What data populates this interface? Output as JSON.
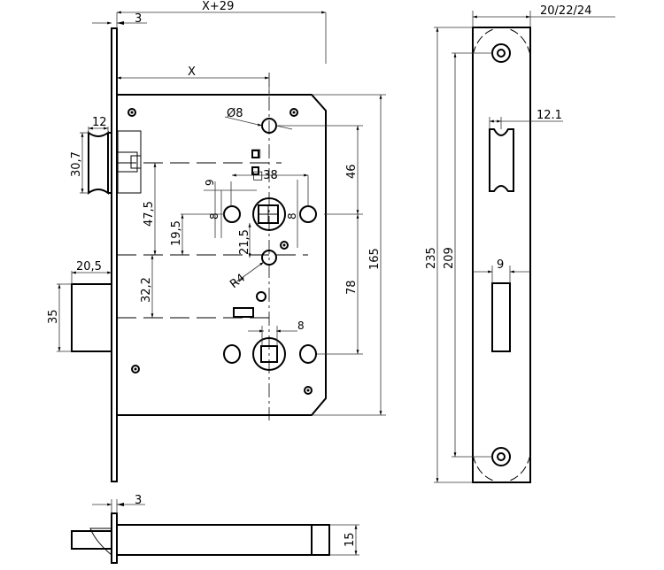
{
  "drawing": {
    "title": "Mortise lock technical drawing",
    "line_color": "#000000",
    "background": "#ffffff"
  },
  "front_view": {
    "dimensions": {
      "top_overall": "X+29",
      "faceplate_thickness": "3",
      "backset": "X",
      "hole_diameter": "Ø8",
      "spindle_square": "□",
      "spindle_spacing": "□38",
      "latch_width": "12",
      "latch_height": "30,7",
      "latch_to_follower": "47,5",
      "cylinder_offset": "19,5",
      "fixing_offset": "21,5",
      "fixing_radius": "R4",
      "hole_spacing_a": "8",
      "hole_spacing_b": "9",
      "hole_spacing_c": "8",
      "follower_to_top_hole": "46",
      "case_height": "165",
      "follower_to_cylinder": "78",
      "deadbolt_projection": "20,5",
      "deadbolt_height": "35",
      "latch_to_deadbolt": "32,2",
      "lower_square": "8"
    }
  },
  "faceplate_view": {
    "dimensions": {
      "faceplate_width": "20/22/24",
      "latch_slot_width": "12.1",
      "bolt_slot_width": "9",
      "overall_length": "235",
      "screw_spacing": "209"
    }
  },
  "bottom_view": {
    "dimensions": {
      "faceplate_thickness": "3",
      "case_thickness": "15"
    }
  }
}
